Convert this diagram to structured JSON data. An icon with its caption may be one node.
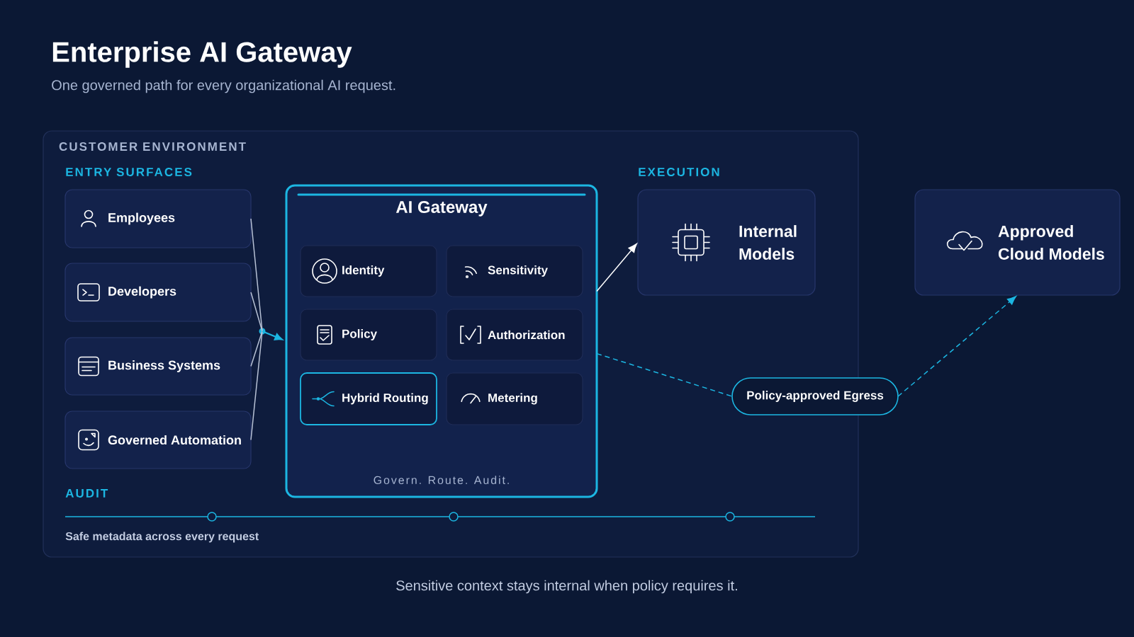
{
  "diagram": {
    "title": "Enterprise AI Gateway",
    "caption": "Sensitive context stays internal when policy requires it.",
    "nodes": [
      {
        "text": [
          "CUSTOMER ENVIRONMENT"
        ]
      },
      {
        "text": [
          "Employees"
        ],
        "in": 0
      },
      {
        "text": [
          "Developers"
        ],
        "in": 0
      },
      {
        "text": [
          "Business Systems"
        ],
        "in": 0
      },
      {
        "text": [
          "Governed Automation"
        ],
        "in": 0
      },
      {
        "text": [
          "AI Gateway",
          "Govern. Route. Audit."
        ],
        "in": 0
      },
      {
        "text": [
          "Identity"
        ],
        "in": 5
      },
      {
        "text": [
          "Sensitivity"
        ],
        "in": 5
      },
      {
        "text": [
          "Policy"
        ],
        "in": 5
      },
      {
        "text": [
          "Authorization"
        ],
        "in": 5
      },
      {
        "text": [
          "Hybrid Routing"
        ],
        "in": 5
      },
      {
        "text": [
          "Metering"
        ],
        "in": 5
      },
      {
        "text": [
          "Internal Models"
        ],
        "in": 0
      },
      {
        "text": [
          "Approved Cloud Models"
        ]
      },
      {
        "text": [
          "Policy-approved Egress"
        ]
      }
    ],
    "edges": [
      {
        "from": 1,
        "to": 5,
        "arrow": "to"
      },
      {
        "from": 2,
        "to": 5,
        "arrow": "to"
      },
      {
        "from": 3,
        "to": 5,
        "arrow": "to"
      },
      {
        "from": 4,
        "to": 5,
        "arrow": "to"
      },
      {
        "from": 5,
        "to": 12,
        "arrow": "to",
        "color": "#ffffff"
      },
      {
        "from": 5,
        "to": 14,
        "arrow": "none",
        "style": "dashed",
        "color": "#1cb6e2"
      },
      {
        "from": 14,
        "to": 13,
        "arrow": "to",
        "style": "dashed",
        "color": "#1cb6e2"
      }
    ],
    "labels": [
      "One governed path for every organizational AI request.",
      "ENTRY SURFACES",
      "EXECUTION",
      "AUDIT",
      "Safe metadata across every request"
    ]
  }
}
